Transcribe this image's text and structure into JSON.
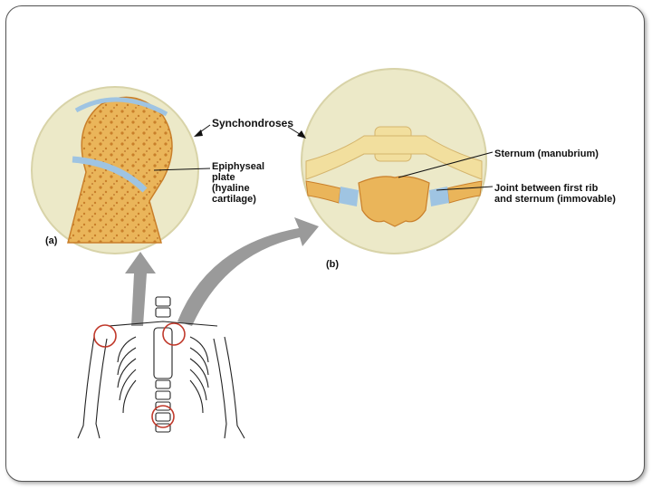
{
  "labels": {
    "synchondroses": "Synchondroses",
    "epiphyseal_lines": [
      "Epiphyseal",
      "plate",
      "(hyaline",
      "cartilage)"
    ],
    "sternum": "Sternum (manubrium)",
    "joint_lines": [
      "Joint between first rib",
      "and sternum (immovable)"
    ],
    "panel_a": "(a)",
    "panel_b": "(b)"
  },
  "colors": {
    "circle_bg": "#ece9c8",
    "bone": "#eab55a",
    "bone_dark": "#c97f2a",
    "cartilage": "#9fc4e2",
    "arrow": "#9a9a9a",
    "highlight_circle": "#c0392b"
  }
}
